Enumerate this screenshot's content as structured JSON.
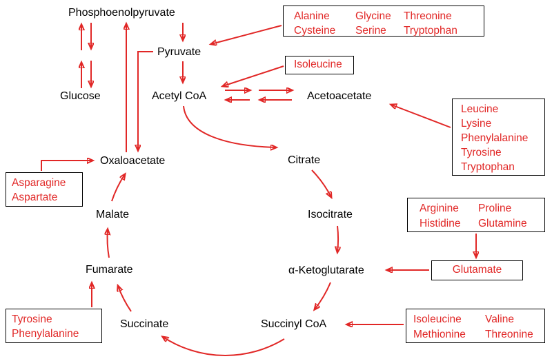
{
  "colors": {
    "accent": "#e12726",
    "box_border": "#000000",
    "label_text": "#000000",
    "background": "#ffffff"
  },
  "metabolites": {
    "phosphoenolpyruvate": "Phosphoenolpyruvate",
    "pyruvate": "Pyruvate",
    "glucose": "Glucose",
    "acetyl_coa": "Acetyl CoA",
    "acetoacetate": "Acetoacetate",
    "oxaloacetate": "Oxaloacetate",
    "citrate": "Citrate",
    "malate": "Malate",
    "isocitrate": "Isocitrate",
    "fumarate": "Fumarate",
    "alpha_ketoglutarate": "α-Ketoglutarate",
    "succinate": "Succinate",
    "succinyl_coa": "Succinyl CoA"
  },
  "amino_acid_boxes": {
    "into_pyruvate": {
      "words": [
        "Alanine",
        "Glycine",
        "Threonine",
        "Cysteine",
        "Serine",
        "Tryptophan"
      ]
    },
    "into_acetyl_coa": {
      "words": [
        "Isoleucine"
      ]
    },
    "into_acetoacetate": {
      "words": [
        "Leucine",
        "Lysine",
        "Phenylalanine",
        "Tyrosine",
        "Tryptophan"
      ]
    },
    "into_glutamate": {
      "words": [
        "Arginine",
        "Proline",
        "Histidine",
        "Glutamine"
      ]
    },
    "glutamate": {
      "words": [
        "Glutamate"
      ]
    },
    "into_succinyl_coa": {
      "words": [
        "Isoleucine",
        "Valine",
        "Methionine",
        "Threonine"
      ]
    },
    "into_oxaloacetate": {
      "words": [
        "Asparagine",
        "Aspartate"
      ]
    },
    "into_fumarate": {
      "words": [
        "Tyrosine",
        "Phenylalanine"
      ]
    }
  }
}
